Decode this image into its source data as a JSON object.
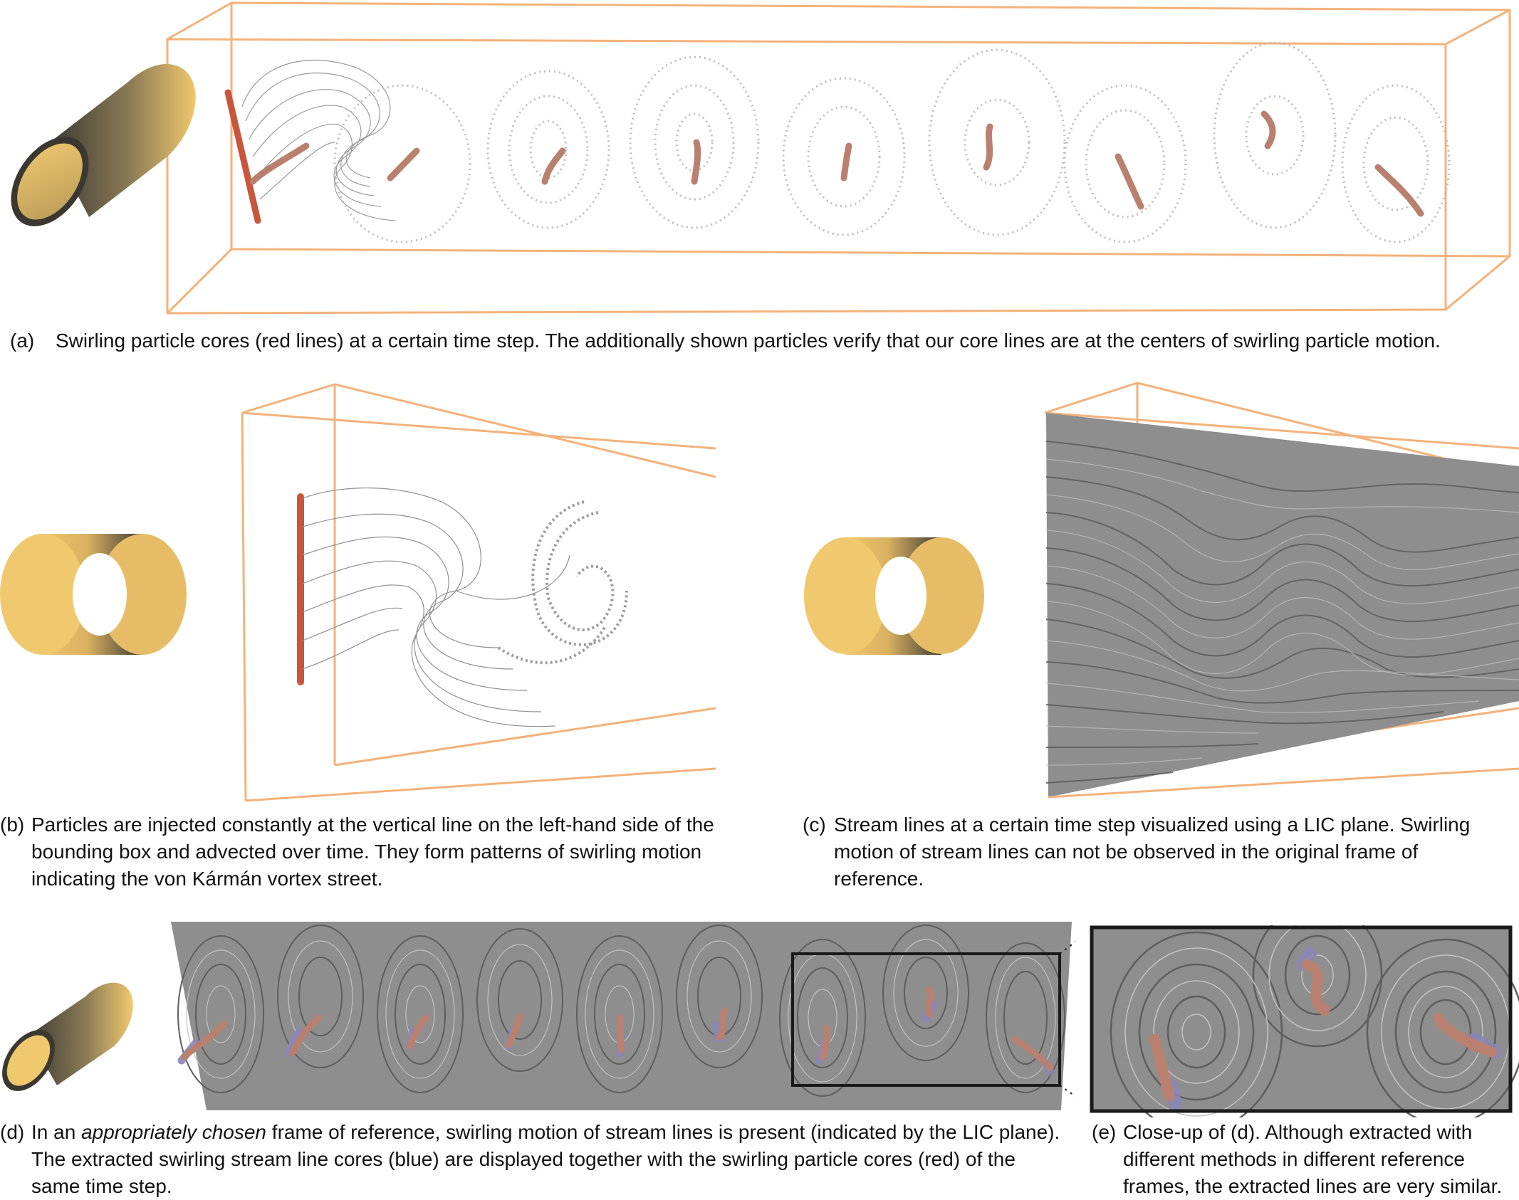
{
  "figure": {
    "panel_a": {
      "label": "(a)",
      "caption": "Swirling particle cores (red lines) at a certain time step. The additionally shown particles verify that our core lines are at the centers of swirling particle motion."
    },
    "panel_b": {
      "label": "(b)",
      "caption": "Particles are injected constantly at the vertical line on the left-hand side of the bounding box and advected over time. They form patterns of swirling motion indicating the von Kármán vortex street."
    },
    "panel_c": {
      "label": "(c)",
      "caption": "Stream lines at a certain time step visualized using a LIC plane. Swirling motion of stream lines can not be observed in the original frame of reference."
    },
    "panel_d": {
      "label": "(d)",
      "caption_before": "In an ",
      "caption_emph": "appropriately chosen",
      "caption_after": " frame of reference, swirling motion of stream lines is present (indicated by the LIC plane). The extracted swirling stream line cores (blue) are displayed together with the swirling particle cores (red) of the same time step."
    },
    "panel_e": {
      "label": "(e)",
      "caption": "Close-up of (d). Although extracted with different methods in different reference frames, the extracted lines are very similar."
    }
  },
  "colors": {
    "box_edge": "#f3b27a",
    "cylinder_light": "#f0c86e",
    "cylinder_dark": "#3c3a33",
    "particle_core": "#c8563c",
    "core_tube": "#b98070",
    "stream_core": "#8a86b8",
    "particles": "#b4b4b4",
    "lic_gray": "#8e8e8e",
    "zoom_frame": "#1a1a1a"
  }
}
